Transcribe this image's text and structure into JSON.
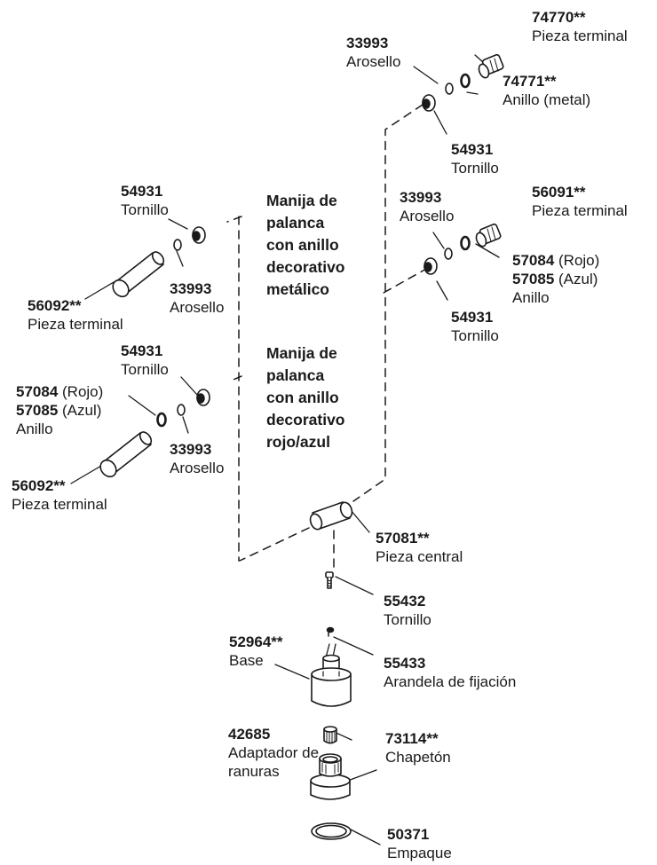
{
  "parts": {
    "p74770": {
      "num": "74770**",
      "name": "Pieza terminal"
    },
    "p33993a": {
      "num": "33993",
      "name": "Arosello"
    },
    "p74771": {
      "num": "74771**",
      "name": "Anillo (metal)"
    },
    "p54931a": {
      "num": "54931",
      "name": "Tornillo"
    },
    "p33993b": {
      "num": "33993",
      "name": "Arosello"
    },
    "p56091": {
      "num": "56091**",
      "name": "Pieza terminal"
    },
    "p57084a": {
      "num": "57084",
      "note": "(Rojo)"
    },
    "p57085a": {
      "num": "57085",
      "note": "(Azul)",
      "name": "Anillo"
    },
    "p54931b": {
      "num": "54931",
      "name": "Tornillo"
    },
    "p54931c": {
      "num": "54931",
      "name": "Tornillo"
    },
    "p56092a": {
      "num": "56092**",
      "name": "Pieza terminal"
    },
    "p33993c": {
      "num": "33993",
      "name": "Arosello"
    },
    "p54931d": {
      "num": "54931",
      "name": "Tornillo"
    },
    "p57084b": {
      "num": "57084",
      "note": "(Rojo)"
    },
    "p57085b": {
      "num": "57085",
      "note": "(Azul)",
      "name": "Anillo"
    },
    "p33993d": {
      "num": "33993",
      "name": "Arosello"
    },
    "p56092b": {
      "num": "56092**",
      "name": "Pieza terminal"
    },
    "p57081": {
      "num": "57081**",
      "name": "Pieza central"
    },
    "p55432": {
      "num": "55432",
      "name": "Tornillo"
    },
    "p52964": {
      "num": "52964**",
      "name": "Base"
    },
    "p55433": {
      "num": "55433",
      "name": "Arandela de fijación"
    },
    "p42685": {
      "num": "42685",
      "name": "Adaptador de",
      "name2": "ranuras"
    },
    "p73114": {
      "num": "73114**",
      "name": "Chapetón"
    },
    "p50371": {
      "num": "50371",
      "name": "Empaque"
    }
  },
  "headings": {
    "metal": [
      "Manija de",
      "palanca",
      "con anillo",
      "decorativo",
      "metálico"
    ],
    "color": [
      "Manija de",
      "palanca",
      "con anillo",
      "decorativo",
      "rojo/azul"
    ]
  }
}
